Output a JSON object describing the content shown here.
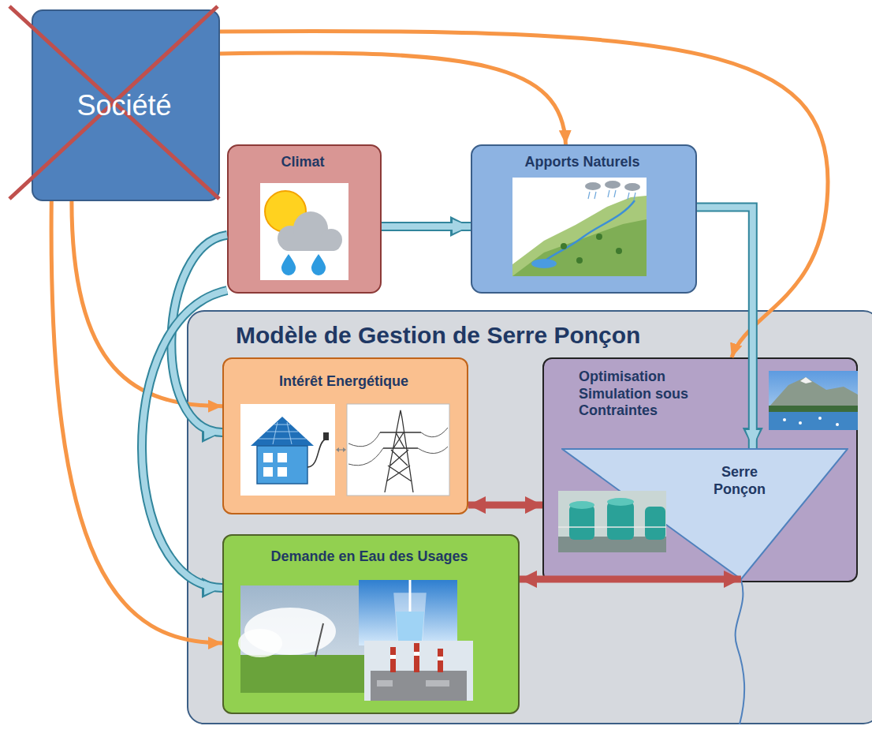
{
  "diagram": {
    "nodes": [
      {
        "text": [
          "Société"
        ]
      },
      {
        "text": [
          "Climat"
        ]
      },
      {
        "text": [
          "Apports Naturels"
        ]
      },
      {
        "text": [
          "Modèle de Gestion de Serre Ponçon"
        ]
      },
      {
        "text": [
          "Intérêt Energétique"
        ],
        "in": 3
      },
      {
        "text": [
          "Optimisation Simulation sous Contraintes"
        ],
        "in": 3
      },
      {
        "text": [
          "Serre Ponçon"
        ],
        "in": 5
      },
      {
        "text": [
          "Demande en Eau des Usages"
        ],
        "in": 3
      }
    ],
    "edges": [
      {
        "from": 0,
        "to": 2,
        "arrow": "to"
      },
      {
        "from": 0,
        "to": 5,
        "arrow": "to"
      },
      {
        "from": 0,
        "to": 4,
        "arrow": "to"
      },
      {
        "from": 0,
        "to": 7,
        "arrow": "to"
      },
      {
        "from": 1,
        "to": 2,
        "arrow": "to"
      },
      {
        "from": 1,
        "to": 4,
        "arrow": "to"
      },
      {
        "from": 1,
        "to": 7,
        "arrow": "to"
      },
      {
        "from": 2,
        "to": 6,
        "arrow": "to"
      },
      {
        "from": 4,
        "to": 5,
        "arrow": "both"
      },
      {
        "from": 7,
        "to": 6,
        "arrow": "both"
      }
    ]
  }
}
